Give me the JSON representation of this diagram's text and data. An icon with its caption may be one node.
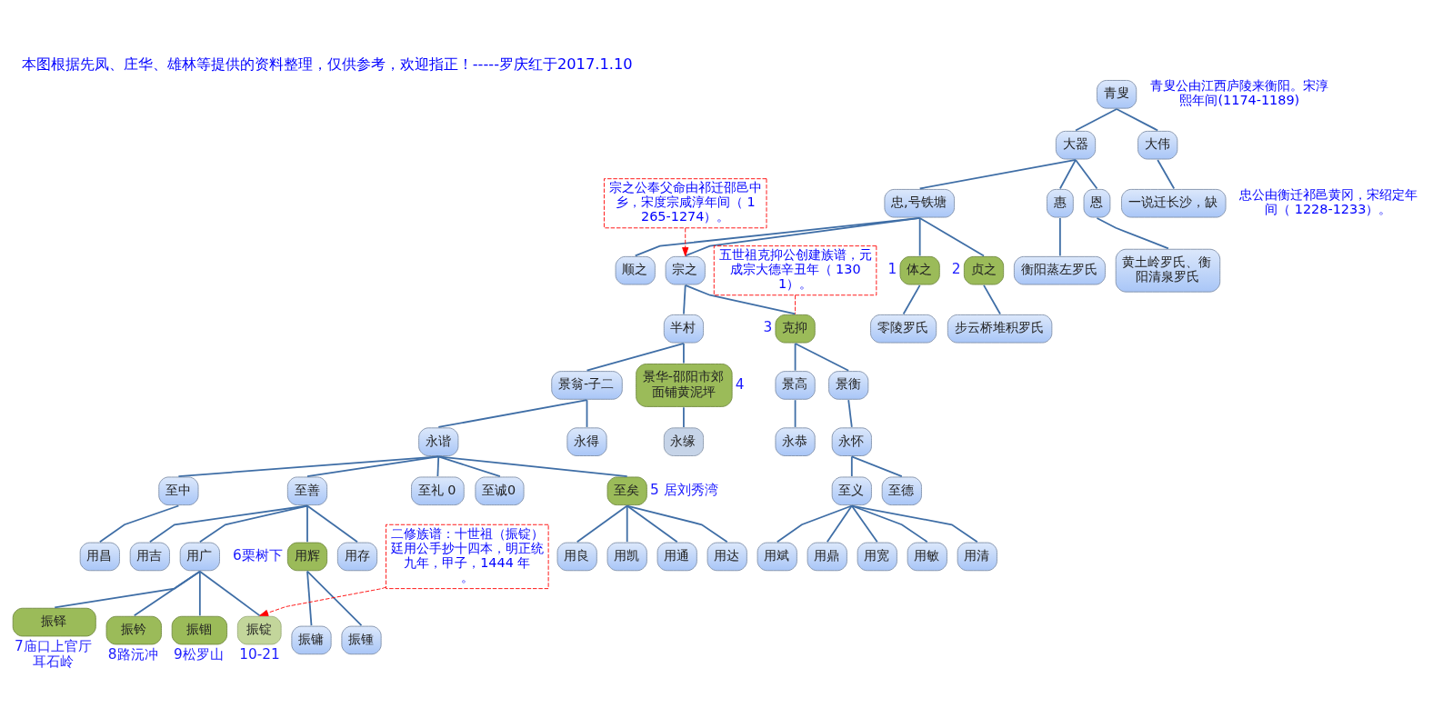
{
  "diagram": {
    "title": "本图根据先凤、庄华、雄林等提供的资料整理，仅供参考，欢迎指正！-----罗庆红于2017.1.10",
    "nodes": [
      {
        "text": [
          "青叟"
        ]
      },
      {
        "text": [
          "大器"
        ]
      },
      {
        "text": [
          "大伟"
        ]
      },
      {
        "text": [
          "忠,号铁塘"
        ]
      },
      {
        "text": [
          "惠"
        ]
      },
      {
        "text": [
          "恩"
        ]
      },
      {
        "text": [
          "一说迁长沙，缺"
        ]
      },
      {
        "text": [
          "顺之"
        ]
      },
      {
        "text": [
          "宗之"
        ]
      },
      {
        "text": [
          "体之"
        ],
        "beside": [
          "1"
        ]
      },
      {
        "text": [
          "贞之"
        ],
        "beside": [
          "2"
        ]
      },
      {
        "text": [
          "衡阳蒸左罗氏"
        ]
      },
      {
        "text": [
          "黄土岭罗氏、衡阳清泉罗氏"
        ]
      },
      {
        "text": [
          "半村"
        ]
      },
      {
        "text": [
          "克抑"
        ],
        "beside": [
          "3"
        ]
      },
      {
        "text": [
          "零陵罗氏"
        ]
      },
      {
        "text": [
          "步云桥堆积罗氏"
        ]
      },
      {
        "text": [
          "景翁-子二"
        ]
      },
      {
        "text": [
          "景华-邵阳市郊面铺黄泥坪"
        ],
        "beside": [
          "4"
        ]
      },
      {
        "text": [
          "景高"
        ]
      },
      {
        "text": [
          "景衡"
        ]
      },
      {
        "text": [
          "永谐"
        ]
      },
      {
        "text": [
          "永得"
        ]
      },
      {
        "text": [
          "永缘"
        ]
      },
      {
        "text": [
          "永恭"
        ]
      },
      {
        "text": [
          "永怀"
        ]
      },
      {
        "text": [
          "至中"
        ]
      },
      {
        "text": [
          "至善"
        ]
      },
      {
        "text": [
          "至礼 0"
        ]
      },
      {
        "text": [
          "至诚0"
        ]
      },
      {
        "text": [
          "至矣"
        ],
        "beside": [
          "5 居刘秀湾"
        ]
      },
      {
        "text": [
          "至义"
        ]
      },
      {
        "text": [
          "至德"
        ]
      },
      {
        "text": [
          "用昌"
        ]
      },
      {
        "text": [
          "用吉"
        ]
      },
      {
        "text": [
          "用广"
        ]
      },
      {
        "text": [
          "用辉"
        ],
        "beside": [
          "6栗树下"
        ]
      },
      {
        "text": [
          "用存"
        ]
      },
      {
        "text": [
          "用良"
        ]
      },
      {
        "text": [
          "用凯"
        ]
      },
      {
        "text": [
          "用通"
        ]
      },
      {
        "text": [
          "用达"
        ]
      },
      {
        "text": [
          "用斌"
        ]
      },
      {
        "text": [
          "用鼎"
        ]
      },
      {
        "text": [
          "用宽"
        ]
      },
      {
        "text": [
          "用敏"
        ]
      },
      {
        "text": [
          "用清"
        ]
      },
      {
        "text": [
          "振铎"
        ],
        "beside": [
          "7庙口上官厅耳石岭"
        ]
      },
      {
        "text": [
          "振钤"
        ],
        "beside": [
          "8路沅冲"
        ]
      },
      {
        "text": [
          "振锢"
        ],
        "beside": [
          "9松罗山"
        ]
      },
      {
        "text": [
          "振锭"
        ],
        "beside": [
          "10-21"
        ]
      },
      {
        "text": [
          "振镛"
        ]
      },
      {
        "text": [
          "振锺"
        ]
      },
      {
        "text": [
          "宗之公奉父命由祁迁邵邑中乡，宋度宗咸淳年间（ 1265-1274）。"
        ]
      },
      {
        "text": [
          "五世祖克抑公创建族谱，元成宗大德辛丑年（ 1301）。"
        ]
      },
      {
        "text": [
          "二修族谱：十世祖（振锭）廷用公手抄十四本，明正统九年，甲子，1444 年。"
        ]
      }
    ],
    "edges": [
      {
        "from": 0,
        "to": 1,
        "arrow": "none"
      },
      {
        "from": 0,
        "to": 2,
        "arrow": "none"
      },
      {
        "from": 1,
        "to": 3,
        "arrow": "none"
      },
      {
        "from": 1,
        "to": 4,
        "arrow": "none"
      },
      {
        "from": 1,
        "to": 5,
        "arrow": "none"
      },
      {
        "from": 2,
        "to": 6,
        "arrow": "none"
      },
      {
        "from": 3,
        "to": 7,
        "arrow": "none"
      },
      {
        "from": 3,
        "to": 8,
        "arrow": "none"
      },
      {
        "from": 3,
        "to": 9,
        "arrow": "none"
      },
      {
        "from": 3,
        "to": 10,
        "arrow": "none"
      },
      {
        "from": 4,
        "to": 11,
        "arrow": "none"
      },
      {
        "from": 5,
        "to": 12,
        "arrow": "none"
      },
      {
        "from": 8,
        "to": 13,
        "arrow": "none"
      },
      {
        "from": 8,
        "to": 14,
        "arrow": "none"
      },
      {
        "from": 9,
        "to": 15,
        "arrow": "none"
      },
      {
        "from": 10,
        "to": 16,
        "arrow": "none"
      },
      {
        "from": 13,
        "to": 17,
        "arrow": "none"
      },
      {
        "from": 13,
        "to": 18,
        "arrow": "none"
      },
      {
        "from": 14,
        "to": 19,
        "arrow": "none"
      },
      {
        "from": 14,
        "to": 20,
        "arrow": "none"
      },
      {
        "from": 17,
        "to": 21,
        "arrow": "none"
      },
      {
        "from": 17,
        "to": 22,
        "arrow": "none"
      },
      {
        "from": 18,
        "to": 23,
        "arrow": "none"
      },
      {
        "from": 19,
        "to": 24,
        "arrow": "none"
      },
      {
        "from": 20,
        "to": 25,
        "arrow": "none"
      },
      {
        "from": 21,
        "to": 26,
        "arrow": "none"
      },
      {
        "from": 21,
        "to": 27,
        "arrow": "none"
      },
      {
        "from": 21,
        "to": 28,
        "arrow": "none"
      },
      {
        "from": 21,
        "to": 29,
        "arrow": "none"
      },
      {
        "from": 21,
        "to": 30,
        "arrow": "none"
      },
      {
        "from": 25,
        "to": 31,
        "arrow": "none"
      },
      {
        "from": 25,
        "to": 32,
        "arrow": "none"
      },
      {
        "from": 26,
        "to": 33,
        "arrow": "none"
      },
      {
        "from": 27,
        "to": 34,
        "arrow": "none"
      },
      {
        "from": 27,
        "to": 35,
        "arrow": "none"
      },
      {
        "from": 27,
        "to": 36,
        "arrow": "none"
      },
      {
        "from": 27,
        "to": 37,
        "arrow": "none"
      },
      {
        "from": 30,
        "to": 38,
        "arrow": "none"
      },
      {
        "from": 30,
        "to": 39,
        "arrow": "none"
      },
      {
        "from": 30,
        "to": 40,
        "arrow": "none"
      },
      {
        "from": 30,
        "to": 41,
        "arrow": "none"
      },
      {
        "from": 31,
        "to": 42,
        "arrow": "none"
      },
      {
        "from": 31,
        "to": 43,
        "arrow": "none"
      },
      {
        "from": 31,
        "to": 44,
        "arrow": "none"
      },
      {
        "from": 31,
        "to": 45,
        "arrow": "none"
      },
      {
        "from": 31,
        "to": 46,
        "arrow": "none"
      },
      {
        "from": 35,
        "to": 47,
        "arrow": "none"
      },
      {
        "from": 35,
        "to": 48,
        "arrow": "none"
      },
      {
        "from": 35,
        "to": 49,
        "arrow": "none"
      },
      {
        "from": 35,
        "to": 50,
        "arrow": "none"
      },
      {
        "from": 36,
        "to": 51,
        "arrow": "none"
      },
      {
        "from": 36,
        "to": 52,
        "arrow": "none"
      },
      {
        "from": 53,
        "to": 8,
        "arrow": "to",
        "style": "dashed",
        "color": "#ff0000"
      },
      {
        "from": 54,
        "to": 14,
        "arrow": "none",
        "style": "dashed",
        "color": "#ff0000"
      },
      {
        "from": 55,
        "to": 50,
        "arrow": "to",
        "style": "dashed",
        "color": "#ff0000"
      }
    ],
    "labels": [
      "青叟公由江西庐陵来衡阳。宋淳熙年间(1174-1189)",
      "忠公由衡迁祁邑黄冈，宋绍定年间（ 1228-1233）。"
    ]
  }
}
